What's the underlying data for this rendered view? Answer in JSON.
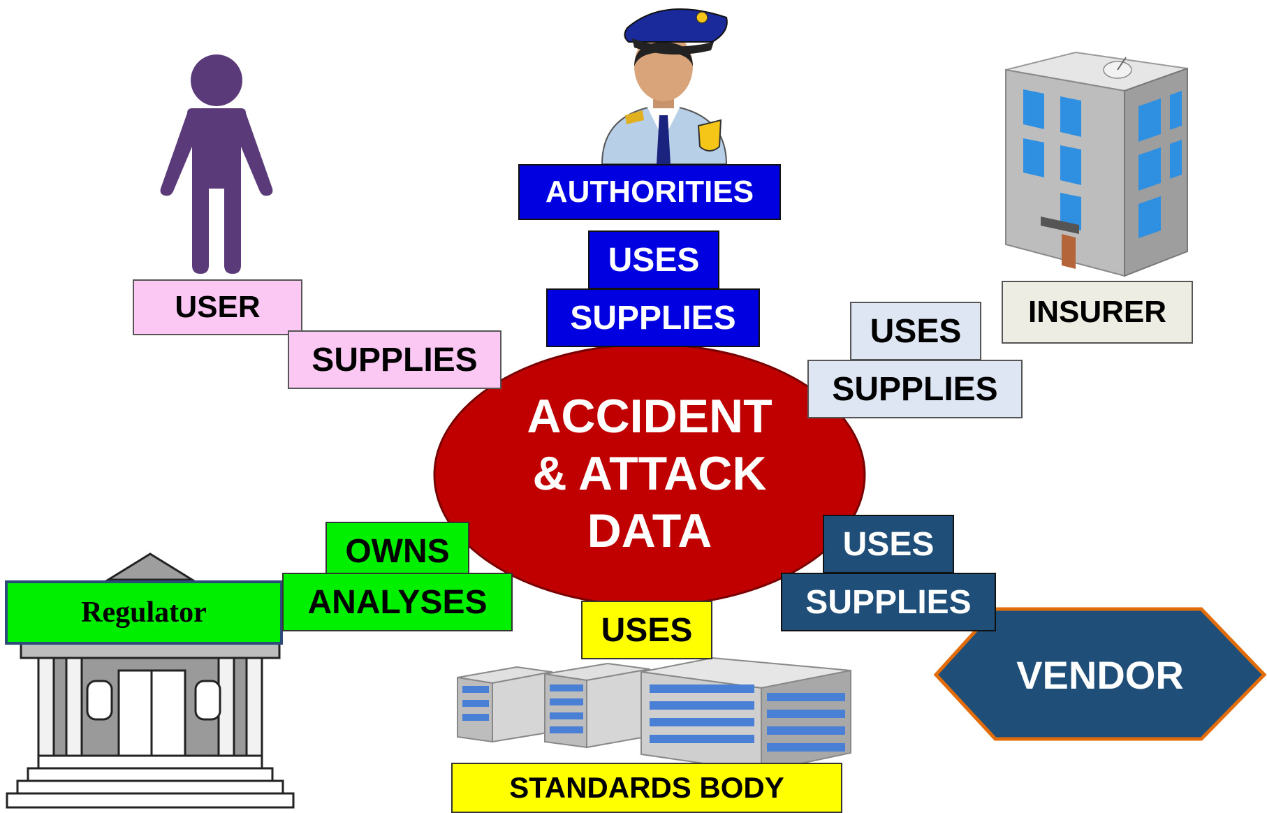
{
  "hub": {
    "lines": [
      "ACCIDENT",
      "& ATTACK",
      "DATA"
    ]
  },
  "actors": {
    "user": {
      "label": "USER",
      "relations": [
        "SUPPLIES"
      ]
    },
    "authorities": {
      "label": "AUTHORITIES",
      "relations": [
        "USES",
        "SUPPLIES"
      ]
    },
    "insurer": {
      "label": "INSURER",
      "relations": [
        "USES",
        "SUPPLIES"
      ]
    },
    "regulator": {
      "label": "Regulator",
      "relations": [
        "OWNS",
        "ANALYSES"
      ]
    },
    "standards_body": {
      "label": "STANDARDS BODY",
      "relations": [
        "USES"
      ]
    },
    "vendor": {
      "label": "VENDOR",
      "relations": [
        "USES",
        "SUPPLIES"
      ]
    }
  },
  "icons": [
    "person-icon",
    "police-officer-icon",
    "office-tower-icon",
    "courthouse-icon",
    "office-buildings-icon",
    "hexagon-shape"
  ],
  "colors": {
    "hub": "#c00000",
    "authorities": "#0000e0",
    "user": "#fbc8f4",
    "insurer_relations": "#dde6f2",
    "vendor": "#1f4e79",
    "vendor_border": "#e36c0a",
    "regulator": "#00f000",
    "standards_body": "#ffff00",
    "person": "#5a3a78"
  }
}
